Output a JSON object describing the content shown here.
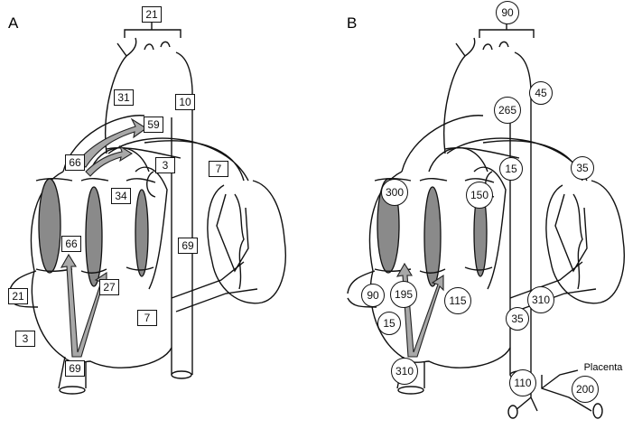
{
  "panels": {
    "A": {
      "title": "A",
      "labels": [
        "21",
        "31",
        "10",
        "59",
        "66",
        "3",
        "7",
        "34",
        "66",
        "69",
        "21",
        "27",
        "7",
        "3",
        "69"
      ]
    },
    "B": {
      "title": "B",
      "labels": [
        "90",
        "45",
        "265",
        "15",
        "35",
        "300",
        "150",
        "90",
        "195",
        "115",
        "310",
        "15",
        "35",
        "310",
        "110",
        "200"
      ],
      "placenta": "Placenta"
    }
  }
}
